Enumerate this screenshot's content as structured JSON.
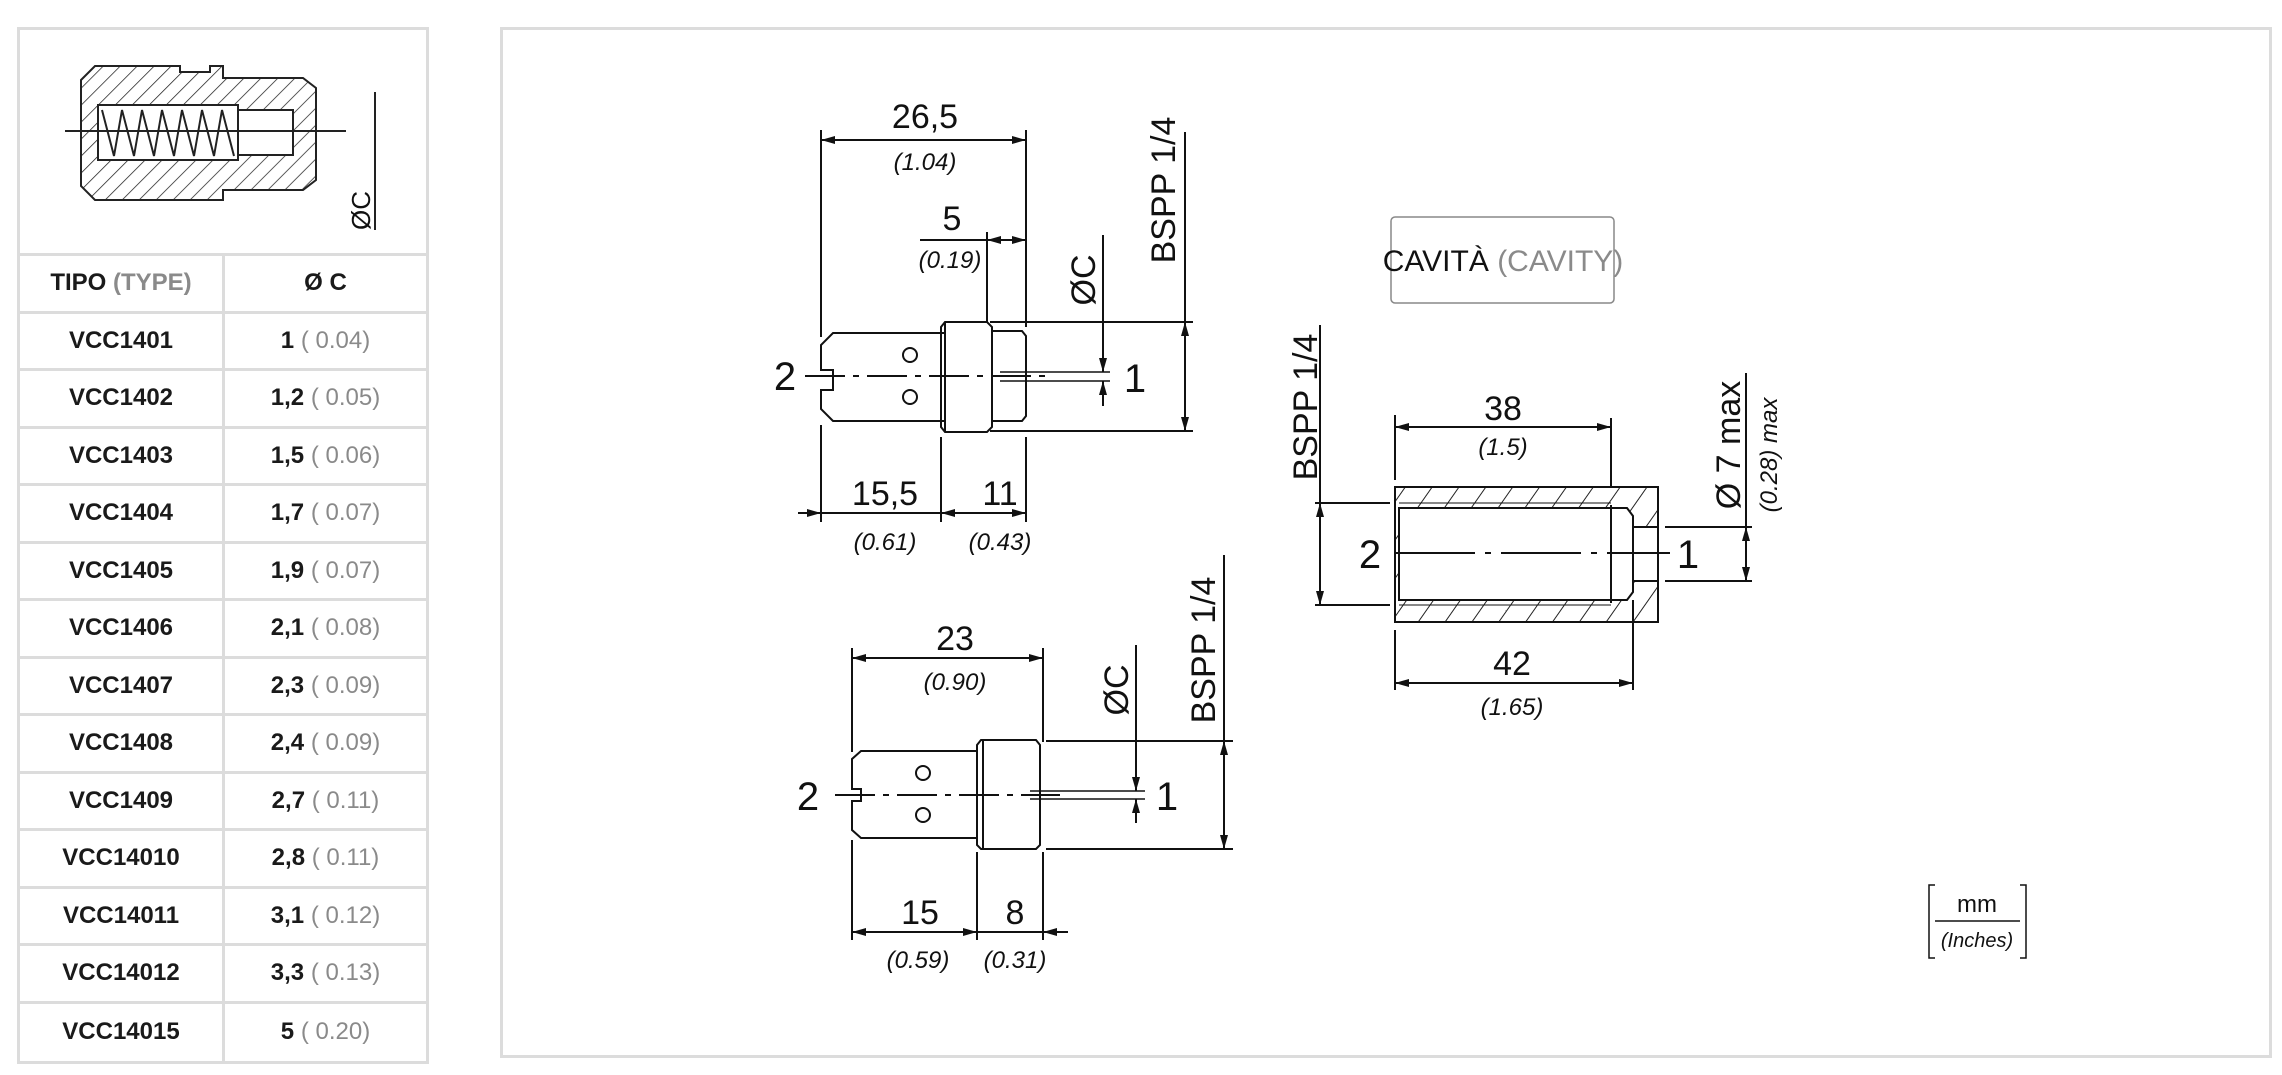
{
  "table": {
    "header_type": "TIPO",
    "header_type_en": "(TYPE)",
    "header_dia": "Ø C",
    "image_label": "ØC",
    "rows": [
      {
        "type": "VCC1401",
        "mm": "1",
        "in": "( 0.04)"
      },
      {
        "type": "VCC1402",
        "mm": "1,2",
        "in": "( 0.05)"
      },
      {
        "type": "VCC1403",
        "mm": "1,5",
        "in": "( 0.06)"
      },
      {
        "type": "VCC1404",
        "mm": "1,7",
        "in": "( 0.07)"
      },
      {
        "type": "VCC1405",
        "mm": "1,9",
        "in": "( 0.07)"
      },
      {
        "type": "VCC1406",
        "mm": "2,1",
        "in": "( 0.08)"
      },
      {
        "type": "VCC1407",
        "mm": "2,3",
        "in": "( 0.09)"
      },
      {
        "type": "VCC1408",
        "mm": "2,4",
        "in": "( 0.09)"
      },
      {
        "type": "VCC1409",
        "mm": "2,7",
        "in": "( 0.11)"
      },
      {
        "type": "VCC14010",
        "mm": "2,8",
        "in": "( 0.11)"
      },
      {
        "type": "VCC14011",
        "mm": "3,1",
        "in": "( 0.12)"
      },
      {
        "type": "VCC14012",
        "mm": "3,3",
        "in": "( 0.13)"
      },
      {
        "type": "VCC14015",
        "mm": "5",
        "in": "( 0.20)"
      }
    ]
  },
  "drawing1": {
    "total": "26,5",
    "total_in": "(1.04)",
    "hex": "5",
    "hex_in": "(0.19)",
    "body": "15,5",
    "body_in": "(0.61)",
    "thread": "11",
    "thread_in": "(0.43)",
    "dia": "ØC",
    "bspp": "BSPP 1/4",
    "port1": "1",
    "port2": "2"
  },
  "drawing2": {
    "total": "23",
    "total_in": "(0.90)",
    "body": "15",
    "body_in": "(0.59)",
    "thread": "8",
    "thread_in": "(0.31)",
    "dia": "ØC",
    "bspp": "BSPP 1/4",
    "port1": "1",
    "port2": "2"
  },
  "cavity": {
    "title": "CAVITÀ",
    "title_en": "(CAVITY)",
    "depth1": "38",
    "depth1_in": "(1.5)",
    "depth2": "42",
    "depth2_in": "(1.65)",
    "bspp": "BSPP 1/4",
    "dia": "Ø 7 max",
    "dia_in": "(0.28) max",
    "port1": "1",
    "port2": "2"
  },
  "units": {
    "mm": "mm",
    "inches": "(Inches)"
  }
}
